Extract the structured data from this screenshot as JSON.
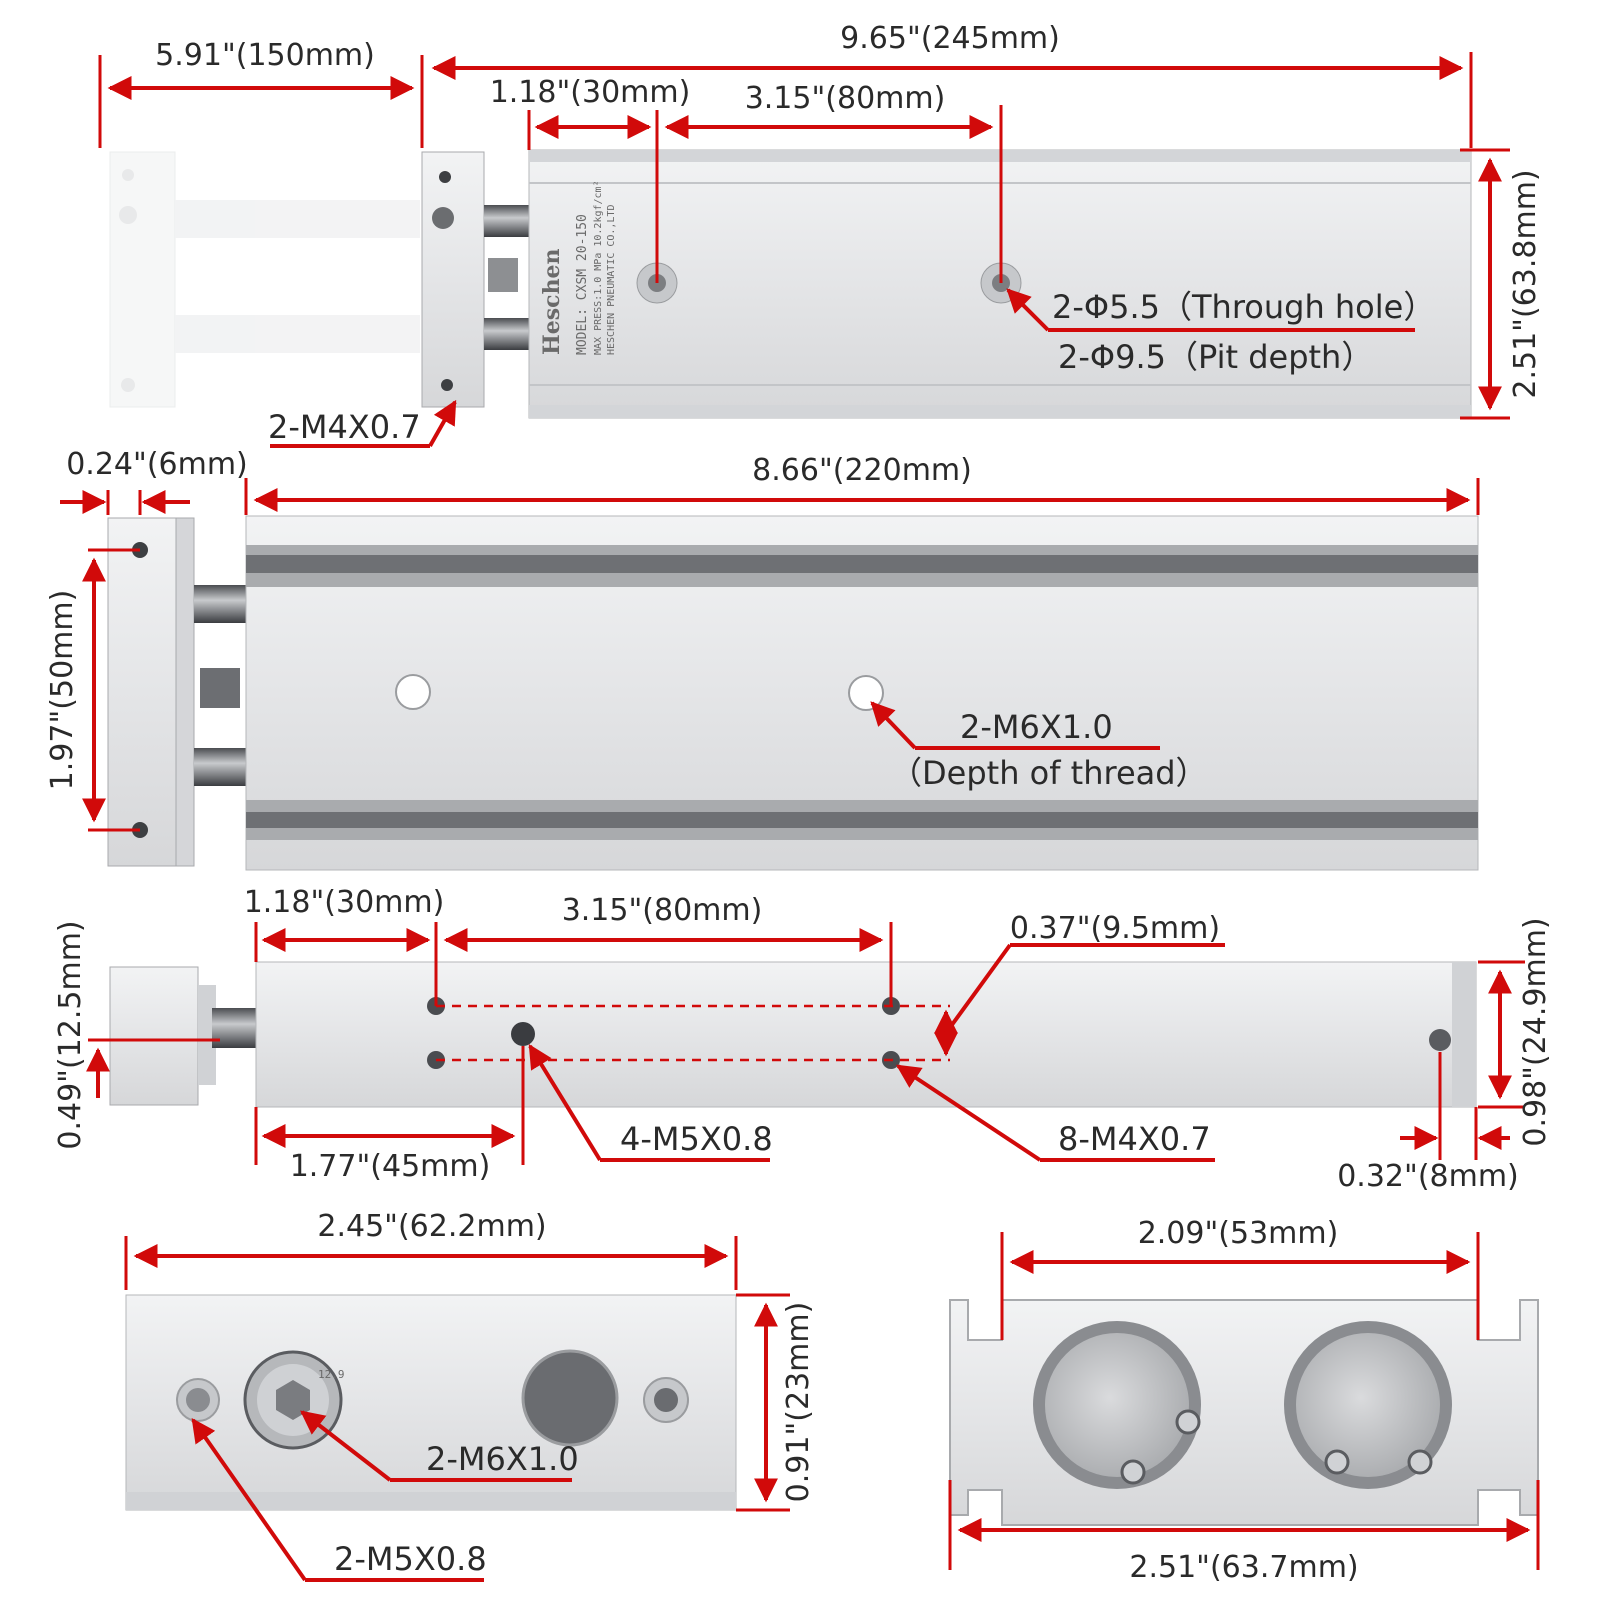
{
  "brand": "Heschen",
  "model_lines": [
    "MODEL: CXSM 20-150",
    "MAX PRESS:1.0 MPa 10.2kgf/cm²",
    "HESCHEN PNEUMATIC CO.,LTD"
  ],
  "colors": {
    "dimension_red": "#d10a0a",
    "aluminum": "#e3e4e6",
    "aluminum_dark": "#b9bbbe",
    "text": "#2a2a2a"
  },
  "view_top": {
    "stroke": "5.91\"(150mm)",
    "total_length": "9.65\"(245mm)",
    "hole_offset": "1.18\"(30mm)",
    "hole_pitch": "3.15\"(80mm)",
    "height": "2.51\"(63.8mm)",
    "through_hole": "2-Φ5.5（Through hole）",
    "pit_depth": "2-Φ9.5（Pit depth）",
    "plate_thread": "2-M4X0.7"
  },
  "view_side": {
    "plate_thickness": "0.24\"(6mm)",
    "body_length": "8.66\"(220mm)",
    "plate_hole_pitch": "1.97\"(50mm)",
    "thread": "2-M6X1.0",
    "thread_note": "（Depth of thread）"
  },
  "view_bottom": {
    "offset_a": "1.18\"(30mm)",
    "pitch_a": "3.15\"(80mm)",
    "row_gap": "0.37\"(9.5mm)",
    "height_half": "0.49\"(12.5mm)",
    "offset_b": "1.77\"(45mm)",
    "thread_m5": "4-M5X0.8",
    "thread_m4": "8-M4X0.7",
    "end_offset": "0.32\"(8mm)",
    "height": "0.98\"(24.9mm)"
  },
  "view_plate_end": {
    "width": "2.45\"(62.2mm)",
    "height": "0.91\"(23mm)",
    "thread_m6": "2-M6X1.0",
    "thread_m5": "2-M5X0.8",
    "bolt_marking": "12.9"
  },
  "view_body_end": {
    "inner_width": "2.09\"(53mm)",
    "outer_width": "2.51\"(63.7mm)"
  }
}
